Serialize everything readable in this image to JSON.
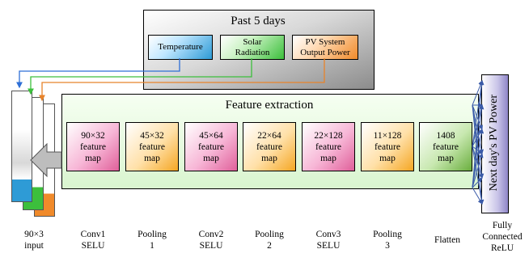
{
  "past_days": {
    "title": "Past 5 days",
    "sources": [
      {
        "label_lines": [
          "Temperature"
        ],
        "color": "#2e9bd6"
      },
      {
        "label_lines": [
          "Solar",
          "Radiation"
        ],
        "color": "#3cbf3c"
      },
      {
        "label_lines": [
          "PV System",
          "Output Power"
        ],
        "color": "#f08a2a"
      }
    ]
  },
  "feature_extraction": {
    "title": "Feature extraction",
    "maps": [
      {
        "size": "90×32",
        "line2": "feature",
        "line3": "map",
        "color": "pink"
      },
      {
        "size": "45×32",
        "line2": "feature",
        "line3": "map",
        "color": "orange"
      },
      {
        "size": "45×64",
        "line2": "feature",
        "line3": "map",
        "color": "pink"
      },
      {
        "size": "22×64",
        "line2": "feature",
        "line3": "map",
        "color": "orange"
      },
      {
        "size": "22×128",
        "line2": "feature",
        "line3": "map",
        "color": "pink"
      },
      {
        "size": "11×128",
        "line2": "feature",
        "line3": "map",
        "color": "orange"
      },
      {
        "size": "1408",
        "line2": "feature",
        "line3": "map",
        "color": "green"
      }
    ]
  },
  "output": {
    "label": "Next day's PV Power"
  },
  "bottom_labels": [
    {
      "lines": [
        "90×3",
        "input"
      ]
    },
    {
      "lines": [
        "Conv1",
        "SELU"
      ]
    },
    {
      "lines": [
        "Pooling",
        "1"
      ]
    },
    {
      "lines": [
        "Conv2",
        "SELU"
      ]
    },
    {
      "lines": [
        "Pooling",
        "2"
      ]
    },
    {
      "lines": [
        "Conv3",
        "SELU"
      ]
    },
    {
      "lines": [
        "Pooling",
        "3"
      ]
    },
    {
      "lines": [
        "Flatten"
      ]
    },
    {
      "lines": [
        "Fully",
        "Connected",
        "ReLU"
      ]
    }
  ]
}
